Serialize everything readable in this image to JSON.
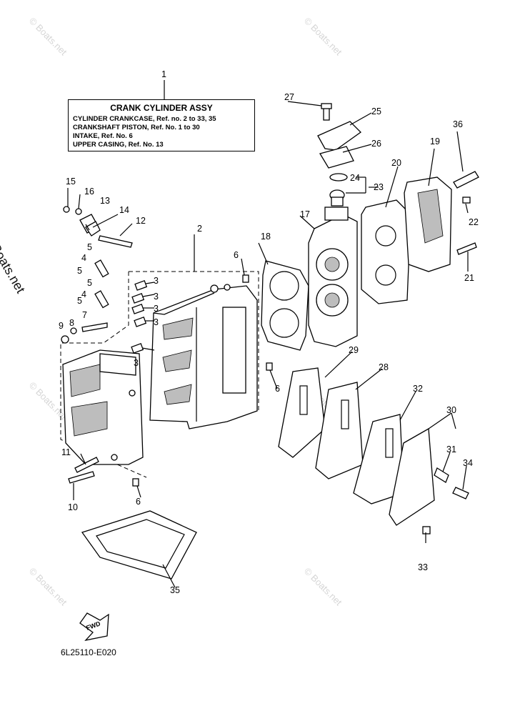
{
  "legend": {
    "callout": "1",
    "title": "CRANK CYLINDER ASSY",
    "lines": [
      "CYLINDER CRANKCASE,  Ref. no. 2 to 33, 35",
      "CRANKSHAFT PISTON,  Ref. No. 1 to 30",
      "INTAKE,  Ref. No. 6",
      "UPPER CASING,  Ref. No. 13"
    ]
  },
  "fwd_label": "FWD",
  "diagram_code": "6L25110-E020",
  "watermarks": {
    "side": "© Boats.net",
    "tile": "© Boats.net"
  },
  "callouts": [
    "2",
    "3",
    "3",
    "3",
    "3",
    "3",
    "4",
    "4",
    "5",
    "5",
    "5",
    "5",
    "6",
    "6",
    "6",
    "7",
    "8",
    "9",
    "10",
    "11",
    "12",
    "13",
    "14",
    "15",
    "16",
    "17",
    "18",
    "19",
    "20",
    "21",
    "22",
    "23",
    "24",
    "25",
    "26",
    "27",
    "28",
    "29",
    "30",
    "31",
    "32",
    "33",
    "34",
    "35",
    "36"
  ],
  "colors": {
    "line": "#000000",
    "shade": "#bdbdbd",
    "watermark": "#d6d6d6"
  }
}
